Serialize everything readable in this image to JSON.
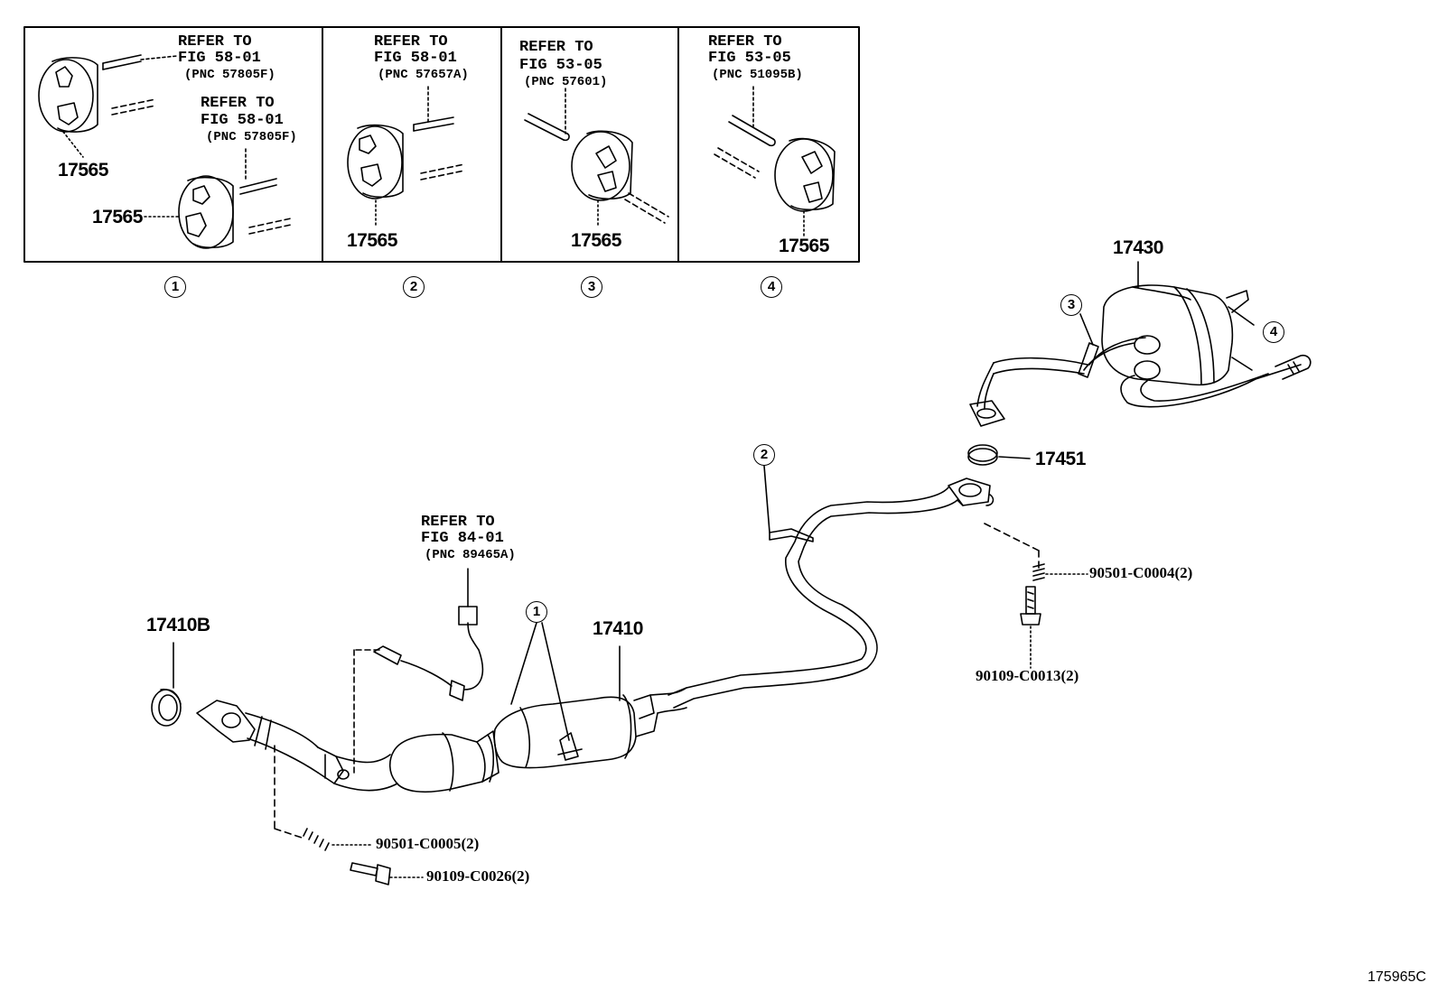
{
  "inset_panels": [
    {
      "number": "1",
      "refs": [
        {
          "line1": "REFER TO",
          "line2": "FIG 58-01",
          "pnc": "(PNC 57805F)"
        },
        {
          "line1": "REFER TO",
          "line2": "FIG 58-01",
          "pnc": "(PNC 57805F)"
        }
      ],
      "parts": [
        "17565",
        "17565"
      ]
    },
    {
      "number": "2",
      "refs": [
        {
          "line1": "REFER TO",
          "line2": "FIG 58-01",
          "pnc": "(PNC 57657A)"
        }
      ],
      "parts": [
        "17565"
      ]
    },
    {
      "number": "3",
      "refs": [
        {
          "line1": "REFER TO",
          "line2": "FIG 53-05",
          "pnc": "(PNC 57601)"
        }
      ],
      "parts": [
        "17565"
      ]
    },
    {
      "number": "4",
      "refs": [
        {
          "line1": "REFER TO",
          "line2": "FIG 53-05",
          "pnc": "(PNC 51095B)"
        }
      ],
      "parts": [
        "17565"
      ]
    }
  ],
  "main": {
    "parts": {
      "p17430": "17430",
      "p17451": "17451",
      "p17410": "17410",
      "p17410B": "17410B",
      "p90501_c0004": "90501-C0004(2)",
      "p90109_c0013": "90109-C0013(2)",
      "p90501_c0005": "90501-C0005(2)",
      "p90109_c0026": "90109-C0026(2)"
    },
    "sensor_ref": {
      "line1": "REFER TO",
      "line2": "FIG 84-01",
      "pnc": "(PNC 89465A)"
    },
    "callouts": {
      "c1": "1",
      "c2": "2",
      "c3": "3",
      "c4": "4"
    }
  },
  "illustration_code": "175965C"
}
